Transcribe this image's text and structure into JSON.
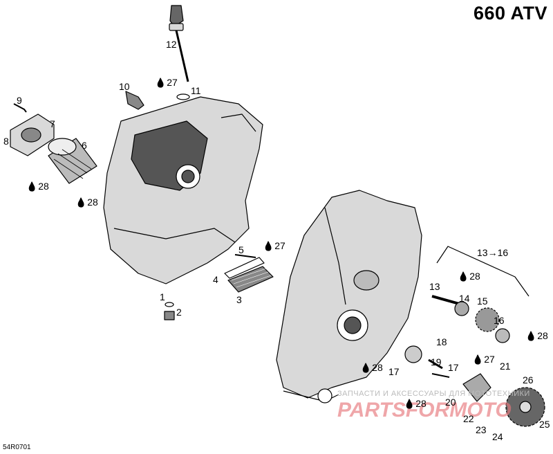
{
  "title": "660 ATV",
  "reference": "54R0701",
  "watermark": {
    "text": "ЗАПЧАСТИ И АКСЕССУАРЫ ДЛЯ МОТОТЕХНИКИ",
    "logo": "PARTSFORMOTO"
  },
  "colors": {
    "line": "#000000",
    "part_fill": "#d9d9d9",
    "part_dark": "#555555",
    "watermark": "#e8787c"
  },
  "callouts": [
    {
      "label": "1"
    },
    {
      "label": "2"
    },
    {
      "label": "3"
    },
    {
      "label": "4"
    },
    {
      "label": "5"
    },
    {
      "label": "27",
      "drop": true
    },
    {
      "label": "6"
    },
    {
      "label": "7"
    },
    {
      "label": "8"
    },
    {
      "label": "9"
    },
    {
      "label": "28",
      "drop": true
    },
    {
      "label": "28",
      "drop": true
    },
    {
      "label": "10"
    },
    {
      "label": "27",
      "drop": true
    },
    {
      "label": "11"
    },
    {
      "label": "12"
    },
    {
      "label": "13→16"
    },
    {
      "label": "28",
      "drop": true
    },
    {
      "label": "13"
    },
    {
      "label": "14"
    },
    {
      "label": "15"
    },
    {
      "label": "16"
    },
    {
      "label": "28",
      "drop": true
    },
    {
      "label": "17"
    },
    {
      "label": "17"
    },
    {
      "label": "18"
    },
    {
      "label": "19"
    },
    {
      "label": "20"
    },
    {
      "label": "21"
    },
    {
      "label": "22"
    },
    {
      "label": "23"
    },
    {
      "label": "24"
    },
    {
      "label": "25"
    },
    {
      "label": "26"
    },
    {
      "label": "27",
      "drop": true
    },
    {
      "label": "28",
      "drop": true
    },
    {
      "label": "28",
      "drop": true
    }
  ]
}
